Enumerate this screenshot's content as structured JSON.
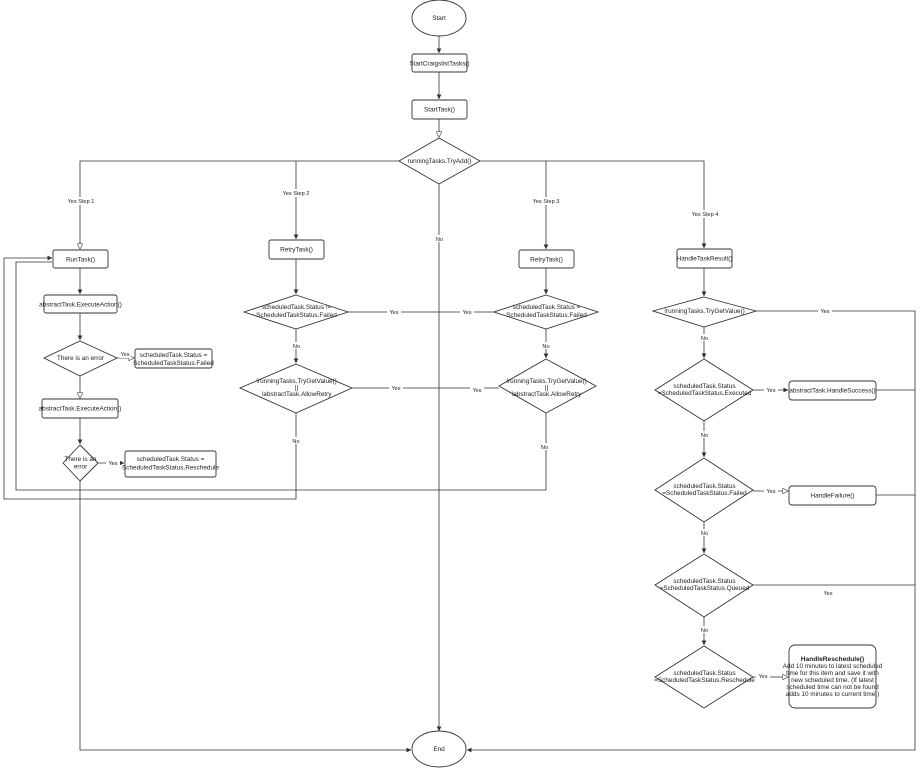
{
  "nodes": {
    "start": "Start",
    "start_craigslist": "StartCraigslistTasks()",
    "start_task": "StartTask()",
    "try_add": "runningTasks.TryAdd()",
    "run_task": "RunTask()",
    "execute_action_1": "abstractTask.ExecuteAction()",
    "error_1": "There is an error",
    "status_failed_1": [
      "scheduledTask.Status =",
      "ScheduledTaskStatus.Failed"
    ],
    "execute_action_2": "abstractTask.ExecuteAction()",
    "error_2": [
      "There is an",
      "error"
    ],
    "status_reschedule": [
      "scheduledTask.Status =",
      "ScheduledTaskStatus.Reschedule"
    ],
    "retry_task_2": "RetryTask()",
    "check_not_failed": [
      "scheduledTask.Status !=",
      "ScheduledTaskStatus.Failed"
    ],
    "check_allow_retry_2": [
      "!runningTasks.TryGetValue()",
      "||",
      "!abstractTask.AllowRetry"
    ],
    "retry_task_3": "RetryTask()",
    "check_failed": [
      "scheduledTask.Status =",
      "ScheduledTaskStatus.Failed"
    ],
    "check_allow_retry_3": [
      "!runningTasks.TryGetValue()",
      "||",
      "!abstractTask.AllowRetry"
    ],
    "handle_task_result": "HandleTaskResult()",
    "try_get_value": "!runningTasks.TryGetValue()",
    "check_executed": [
      "scheduledTask.Status",
      "=ScheduledTaskStatus.Executed"
    ],
    "handle_success": "abstractTask.HandleSuccess()",
    "check_failed_4": [
      "scheduledTask.Status",
      "=ScheduledTaskStatus.Failed"
    ],
    "handle_failure": "HandleFailure()",
    "check_queued": [
      "scheduledTask.Status",
      "=ScheduledTaskStatus.Queued"
    ],
    "check_reschedule": [
      "scheduledTask.Status",
      "=ScheduledTaskStatus.Reschedule"
    ],
    "handle_reschedule_title": "HandleReschedule()",
    "handle_reschedule_body": [
      "Add 10 minutes to latest scheduled",
      "time for this item and save it with",
      "new scheduled time. (If latest",
      "scheduled time can not be found",
      "adds 10 minutes to current time.)"
    ],
    "end": "End"
  },
  "edge_labels": {
    "step1": "Yes Step 1",
    "step2": "Yes Step 2",
    "step3": "Yes Step 3",
    "step4": "Yes Step 4",
    "no": "No",
    "yes": "Yes"
  }
}
